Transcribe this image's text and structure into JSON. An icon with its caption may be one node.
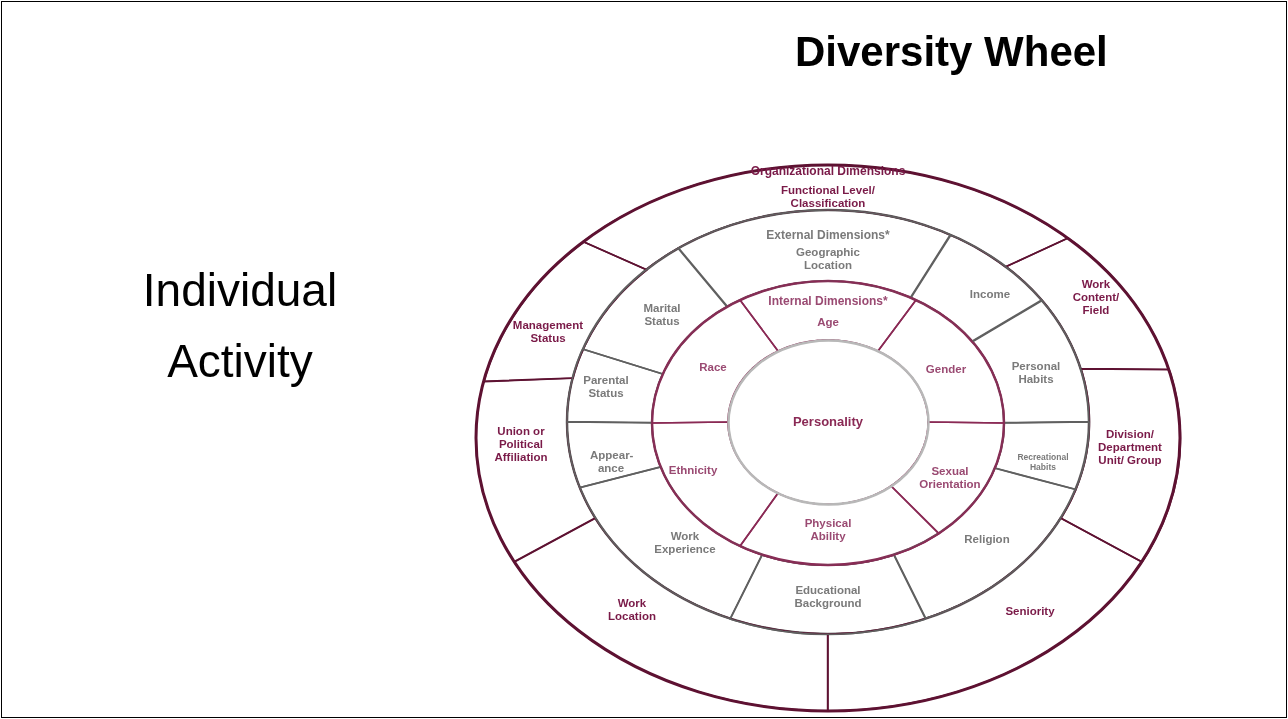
{
  "diagram": {
    "title": "Diversity Wheel",
    "nodes": [
      {
        "text": [
          "Organizational Dimensions",
          "Functional Level/ Classification"
        ]
      },
      {
        "text": [
          "Work Content/ Field"
        ]
      },
      {
        "text": [
          "Division/ Department Unit/ Group"
        ]
      },
      {
        "text": [
          "Seniority"
        ]
      },
      {
        "text": [
          "Work Location"
        ]
      },
      {
        "text": [
          "Union or Political Affiliation"
        ]
      },
      {
        "text": [
          "Management Status"
        ]
      },
      {
        "text": [
          "External Dimensions*",
          "Geographic Location"
        ]
      },
      {
        "text": [
          "Income"
        ]
      },
      {
        "text": [
          "Personal Habits"
        ]
      },
      {
        "text": [
          "Recreational Habits"
        ]
      },
      {
        "text": [
          "Religion"
        ]
      },
      {
        "text": [
          "Educational Background"
        ]
      },
      {
        "text": [
          "Work Experience"
        ]
      },
      {
        "text": [
          "Appear- ance"
        ]
      },
      {
        "text": [
          "Parental Status"
        ]
      },
      {
        "text": [
          "Marital Status"
        ]
      },
      {
        "text": [
          "Internal Dimensions*",
          "Age"
        ]
      },
      {
        "text": [
          "Gender"
        ]
      },
      {
        "text": [
          "Sexual Orientation"
        ]
      },
      {
        "text": [
          "Physical Ability"
        ]
      },
      {
        "text": [
          "Ethnicity"
        ]
      },
      {
        "text": [
          "Race"
        ]
      },
      {
        "text": [
          "Personality"
        ]
      }
    ],
    "labels": [
      "Individual Activity"
    ]
  }
}
